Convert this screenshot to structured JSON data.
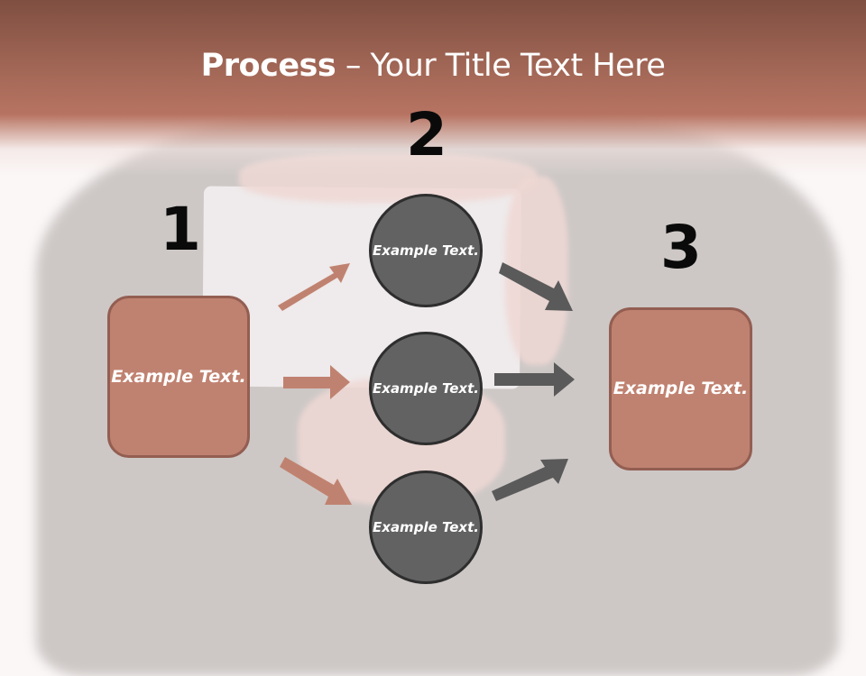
{
  "slide": {
    "title_bold": "Process",
    "title_rest": " – Your Title Text Here"
  },
  "steps": [
    {
      "number": "1",
      "label": "Example Text.",
      "shape": "rounded-box"
    },
    {
      "number": "2",
      "items": [
        {
          "label": "Example Text.",
          "shape": "circle"
        },
        {
          "label": "Example Text.",
          "shape": "circle"
        },
        {
          "label": "Example Text.",
          "shape": "circle"
        }
      ]
    },
    {
      "number": "3",
      "label": "Example Text.",
      "shape": "rounded-box"
    }
  ],
  "colors": {
    "header": "#a76a59",
    "box_fill": "#c08270",
    "box_border": "#935e52",
    "circle_fill": "#626262",
    "circle_border": "#2e2e2e",
    "arrow_left": "#c08270",
    "arrow_right": "#5a5a5a"
  }
}
